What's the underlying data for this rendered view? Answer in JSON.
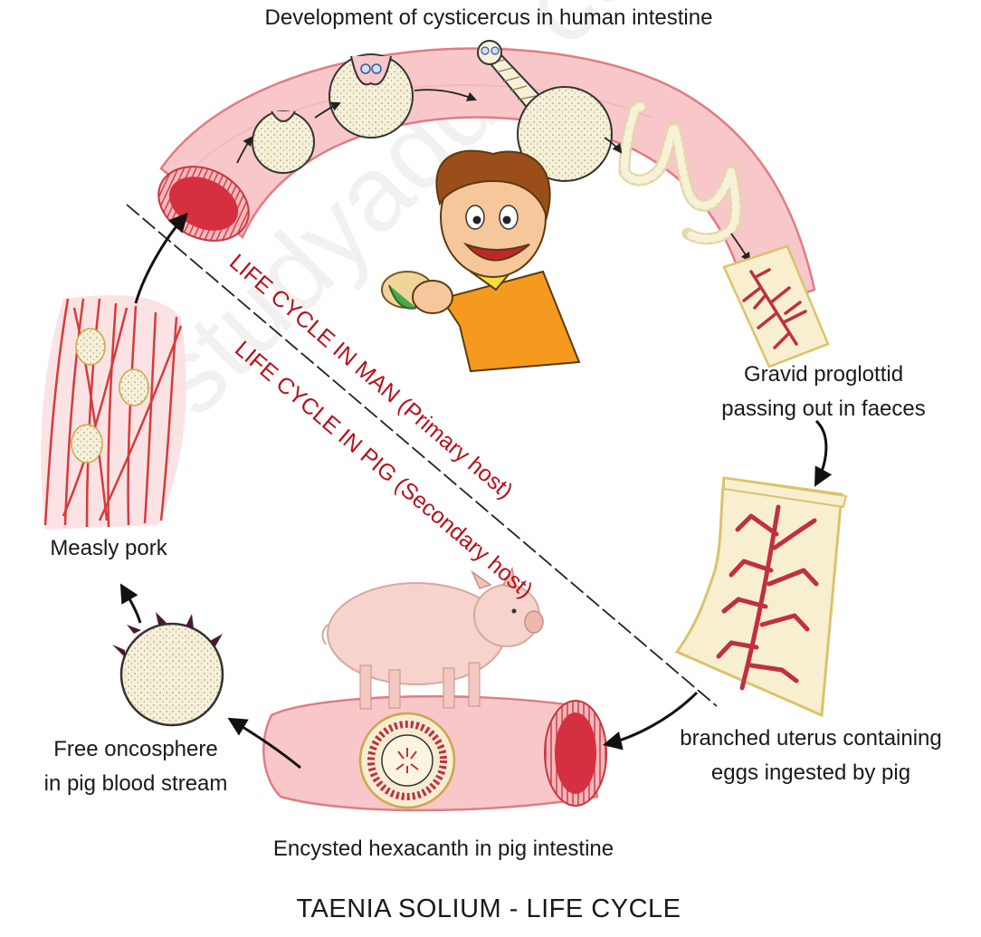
{
  "labels": {
    "top": "Development of cysticercus in human intestine",
    "gravid_1": "Gravid proglottid",
    "gravid_2": "passing out in faeces",
    "uterus_1": "branched uterus containing",
    "uterus_2": "eggs ingested by pig",
    "hexacanth": "Encysted hexacanth in pig intestine",
    "onco_1": "Free oncosphere",
    "onco_2": "in pig blood stream",
    "measly": "Measly pork",
    "man_cycle": "LIFE CYCLE IN MAN (Primary host)",
    "pig_cycle": "LIFE CYCLE IN PIG (Secondary host)"
  },
  "title": "TAENIA SOLIUM - LIFE CYCLE",
  "watermark": "©studyadda.com",
  "colors": {
    "intestine": "#f8c7c9",
    "intestine_edge": "#e07c84",
    "lumen": "#d4303f",
    "cycle_text": "#b5121b",
    "cyst": "#f5efd6",
    "uterus": "#c03040",
    "proglottid_edge": "#d9c46b",
    "muscle": "#d83a3a"
  },
  "icons": [
    "boy-eating-taco-illustration",
    "pig-illustration"
  ]
}
